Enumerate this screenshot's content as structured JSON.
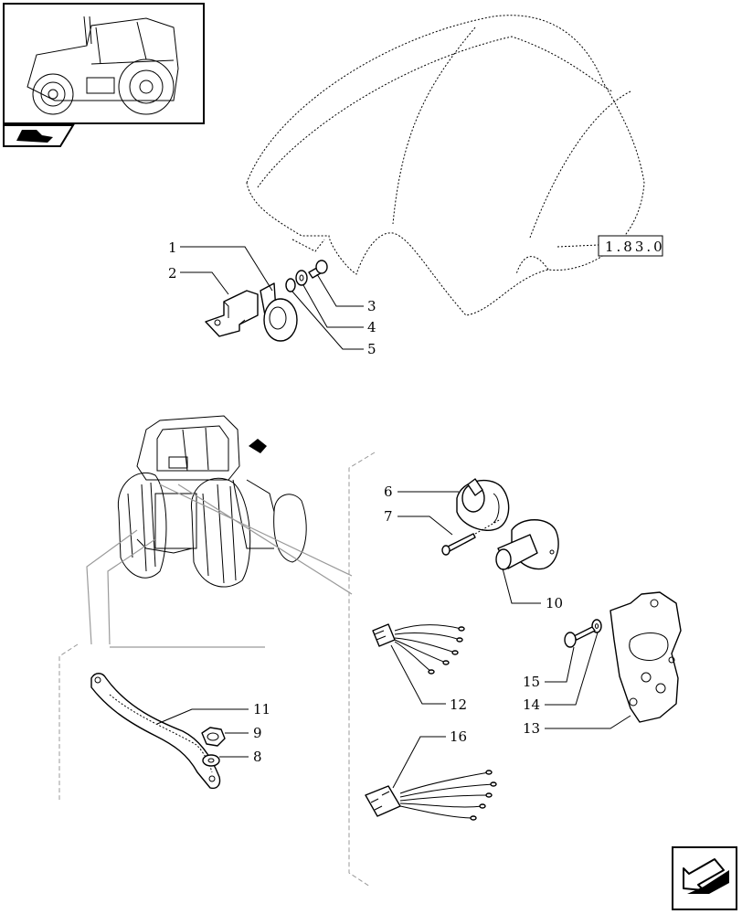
{
  "reference_box": "1.83.0",
  "callouts": {
    "c1": "1",
    "c2": "2",
    "c3": "3",
    "c4": "4",
    "c5": "5",
    "c6": "6",
    "c7": "7",
    "c8": "8",
    "c9": "9",
    "c10": "10",
    "c11": "11",
    "c12": "12",
    "c13": "13",
    "c14": "14",
    "c15": "15",
    "c16": "16"
  },
  "icons": {
    "overview": "tractor-thumbnail-icon",
    "section": "section-tab-icon",
    "navigate": "next-page-arrow-icon"
  },
  "colors": {
    "lines": "#000000",
    "guides": "#9a9a9a",
    "background": "#ffffff"
  }
}
